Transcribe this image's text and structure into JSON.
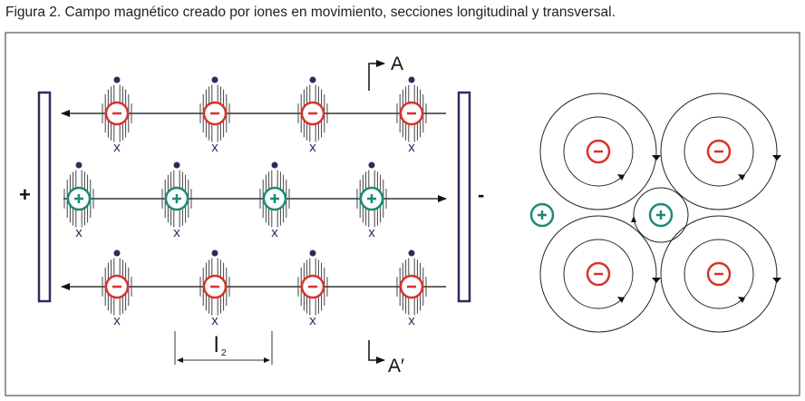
{
  "caption": "Figura 2. Campo magnético creado por iones en movimiento, secciones longitudinal y transversal.",
  "labels": {
    "anode": "+",
    "cathode": "-",
    "section_top": "A",
    "section_bottom": "A′",
    "spacing_symbol": "l",
    "spacing_subscript": "2",
    "field_in": "x",
    "negative_sign": "−",
    "positive_sign": "+"
  },
  "longitudinal": {
    "rows": [
      {
        "charge": "negative",
        "direction": "left",
        "count": 4
      },
      {
        "charge": "positive",
        "direction": "right",
        "count": 4
      },
      {
        "charge": "negative",
        "direction": "left",
        "count": 4
      }
    ]
  },
  "transversal": {
    "negative_ions": 4,
    "positive_ions": 2
  },
  "colors": {
    "negative": "#d9322b",
    "positive": "#1b8a76",
    "plate": "#2b2d5c",
    "dot": "#2b2d5c",
    "line": "#333333"
  }
}
